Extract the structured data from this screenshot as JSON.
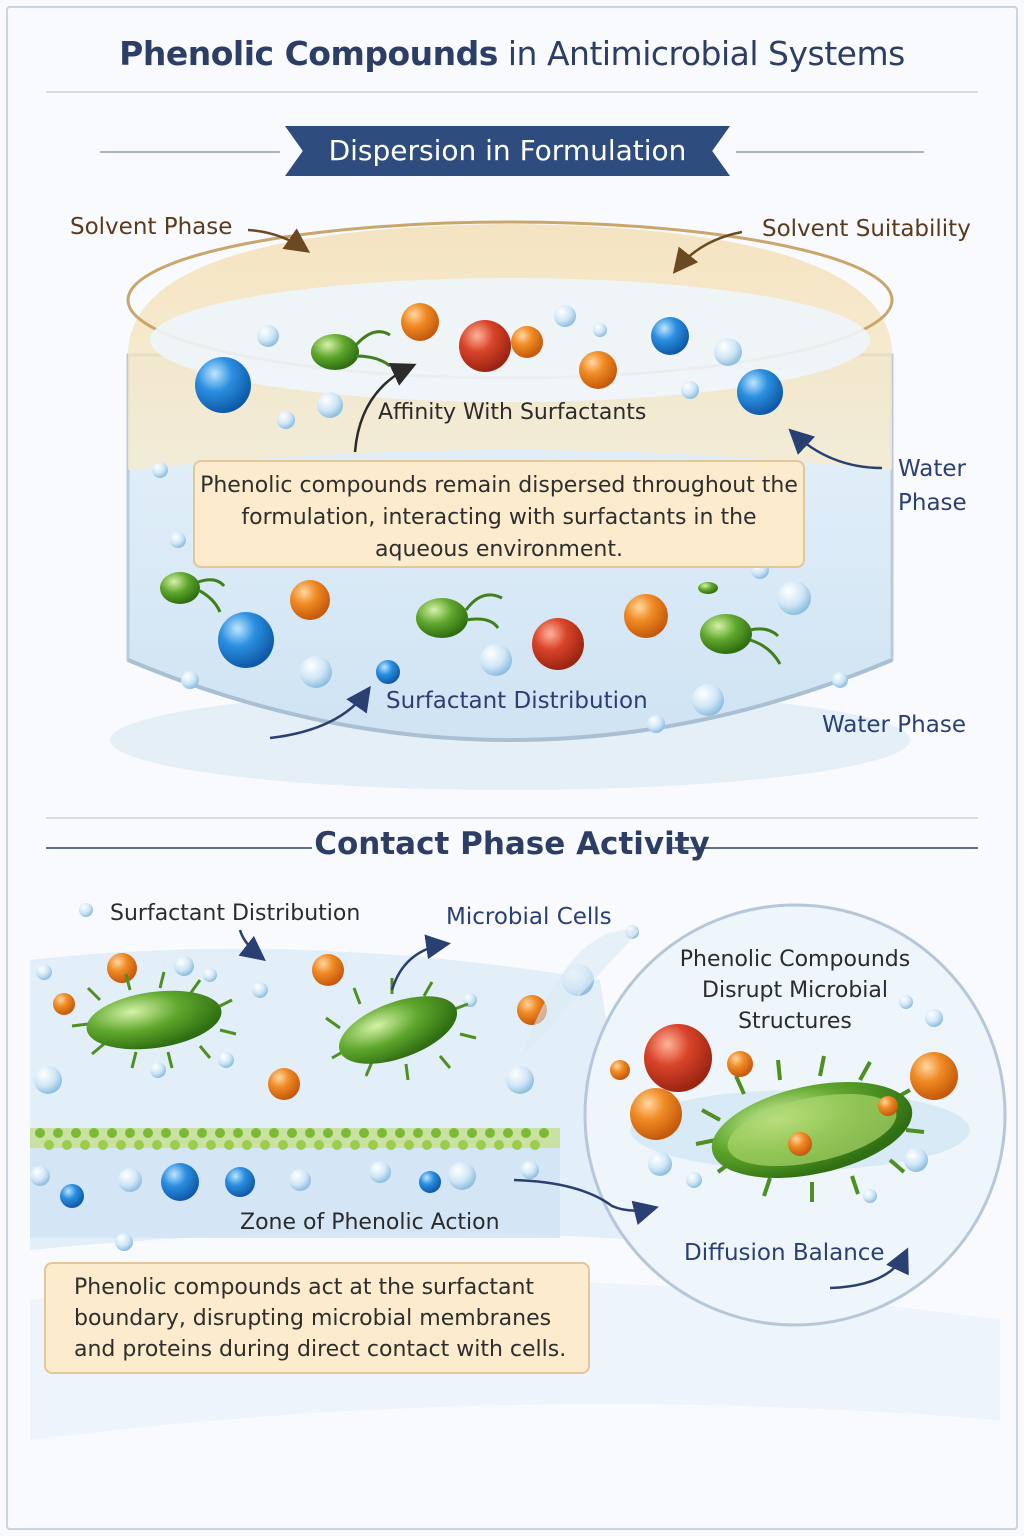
{
  "title": {
    "bold": "Phenolic Compounds",
    "rest": "in Antimicrobial Systems"
  },
  "section1": {
    "heading": "Dispersion in Formulation",
    "labels": {
      "solvent_phase": "Solvent Phase",
      "solvent_suitability": "Solvent Suitability",
      "affinity": "Affinity With Surfactants",
      "water_phase_right_line1": "Water",
      "water_phase_right_line2": "Phase",
      "surfactant_distribution": "Surfactant Distribution",
      "water_phase_bottom": "Water Phase"
    },
    "callout": "Phenolic compounds remain dispersed throughout the formulation, interacting with surfactants in the aqueous environment."
  },
  "section2": {
    "heading": "Contact Phase Activity",
    "labels": {
      "surfactant_distribution": "Surfactant Distribution",
      "microbial_cells": "Microbial Cells",
      "zone": "Zone of Phenolic Action",
      "circle_title": "Phenolic Compounds Disrupt Microbial Structures",
      "diffusion_balance": "Diffusion Balance"
    },
    "callout": "Phenolic compounds act at the surfactant boundary, disrupting microbial membranes and proteins during direct contact with cells."
  },
  "colors": {
    "navy": "#2f4c7e",
    "title": "#2c3e66",
    "solvent": "#f0d29c",
    "water": "#d6e9f6",
    "phenolic_red": "#d9442a",
    "phenolic_orange": "#f08a24",
    "surfactant_blue": "#2b8fe0",
    "microbe_green": "#6fae3a",
    "callout_fill": "#fcebcc"
  },
  "icons": {
    "phenolic": "orange-red-sphere",
    "surfactant": "blue-sphere",
    "microbe": "green-bacterium",
    "bubble": "water-bubble"
  }
}
